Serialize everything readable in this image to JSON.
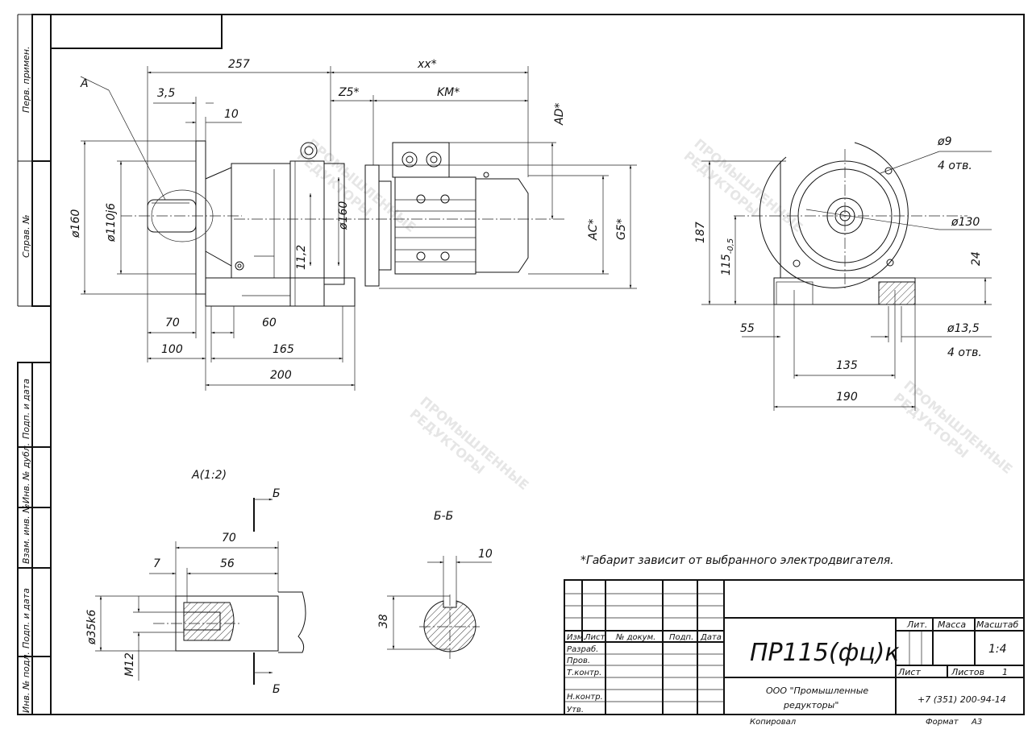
{
  "sheet": {
    "side_stamps": [
      "Перв. примен.",
      "Справ. №",
      "Подп. и дата",
      "Инв. № дубл.",
      "Взам. инв. №",
      "Подп. и дата",
      "Инв. № подл."
    ]
  },
  "main_view": {
    "label_a": "А",
    "dims": {
      "d257": "257",
      "xx": "xx*",
      "z5": "Z5*",
      "km": "KM*",
      "d3_5": "3,5",
      "d10": "10",
      "ad": "AD*",
      "ac": "AC*",
      "g5": "G5*",
      "phi160": "ø160",
      "phi110": "ø110j6",
      "phi160b": "ø160",
      "d11_2": "11,2",
      "d70": "70",
      "d60": "60",
      "d100": "100",
      "d165": "165",
      "d200": "200"
    }
  },
  "side_view": {
    "dims": {
      "phi9": "ø9",
      "holes1": "4 отв.",
      "phi130": "ø130",
      "d187": "187",
      "d115": "115",
      "d115_tol": "-0,5",
      "d24": "24",
      "d55": "55",
      "phi13_5": "ø13,5",
      "holes2": "4 отв.",
      "d135": "135",
      "d190": "190"
    }
  },
  "detail_a": {
    "title": "А(1:2)",
    "cut_mark": "Б",
    "dims": {
      "d70": "70",
      "d56": "56",
      "d7": "7",
      "phi35": "ø35k6",
      "m12": "M12"
    }
  },
  "section_bb": {
    "title": "Б-Б",
    "dims": {
      "d10": "10",
      "d38": "38"
    }
  },
  "note": "*Габарит зависит от выбранного электродвигателя.",
  "title_block": {
    "headers": [
      "Изм.",
      "Лист",
      "№ докум.",
      "Подп.",
      "Дата"
    ],
    "rows": [
      "Разраб.",
      "Пров.",
      "Т.контр.",
      "",
      "Н.контр.",
      "Утв."
    ],
    "designation": "ПР115(фц)к",
    "lit_label": "Лит.",
    "mass_label": "Масса",
    "scale_label": "Масштаб",
    "scale_value": "1:4",
    "sheet_label": "Лист",
    "sheets_label": "Листов",
    "sheets_value": "1",
    "company_line1": "ООО \"Промышленные",
    "company_line2": "редукторы\"",
    "phone": "+7 (351) 200-94-14",
    "copied": "Копировал",
    "format_label": "Формат",
    "format_value": "А3"
  },
  "watermark": {
    "line1": "ПРОМЫШЛЕННЫЕ",
    "line2": "РЕДУКТОРЫ"
  }
}
